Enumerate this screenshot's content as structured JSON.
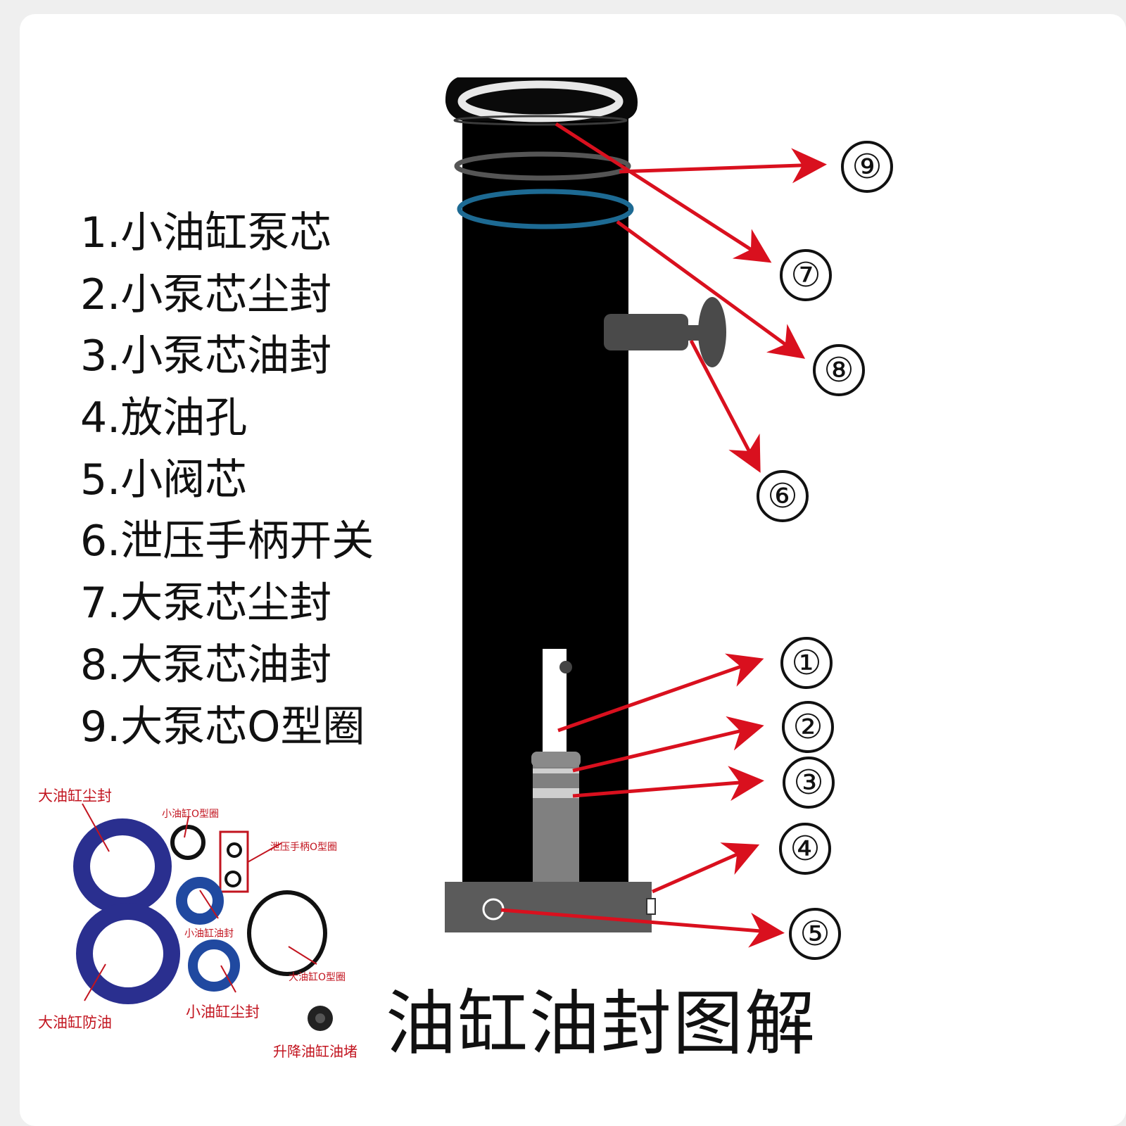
{
  "legend": [
    {
      "num": "1.",
      "label": "小油缸泵芯"
    },
    {
      "num": "2.",
      "label": "小泵芯尘封"
    },
    {
      "num": "3.",
      "label": "小泵芯油封"
    },
    {
      "num": "4.",
      "label": "放油孔"
    },
    {
      "num": "5.",
      "label": "小阀芯"
    },
    {
      "num": "6.",
      "label": "泄压手柄开关"
    },
    {
      "num": "7.",
      "label": "大泵芯尘封"
    },
    {
      "num": "8.",
      "label": "大泵芯油封"
    },
    {
      "num": "9.",
      "label": "大泵芯O型圈"
    }
  ],
  "callouts": [
    "①",
    "②",
    "③",
    "④",
    "⑤",
    "⑥",
    "⑦",
    "⑧",
    "⑨"
  ],
  "seal_photo_labels": {
    "large_cylinder_dust_seal": "大油缸尘封",
    "small_cylinder_o_ring": "小油缸O型圈",
    "relief_handle_o_ring": "泄压手柄O型圈",
    "small_cylinder_oil_seal": "小油缸油封",
    "large_cylinder_o_ring": "大油缸O型圈",
    "large_cylinder_oil_seal": "大油缸防油",
    "small_cylinder_dust_seal": "小油缸尘封",
    "lift_cylinder_oil_plug": "升降油缸油堵"
  },
  "title": "油缸油封图解",
  "colors": {
    "arrow": "#d9101e",
    "cylinder": "#000000",
    "seal_blue": "#2a2f8f",
    "ring_white": "#eeeeee",
    "ring_grey": "#555555",
    "ring_teal": "#1d6a93"
  }
}
